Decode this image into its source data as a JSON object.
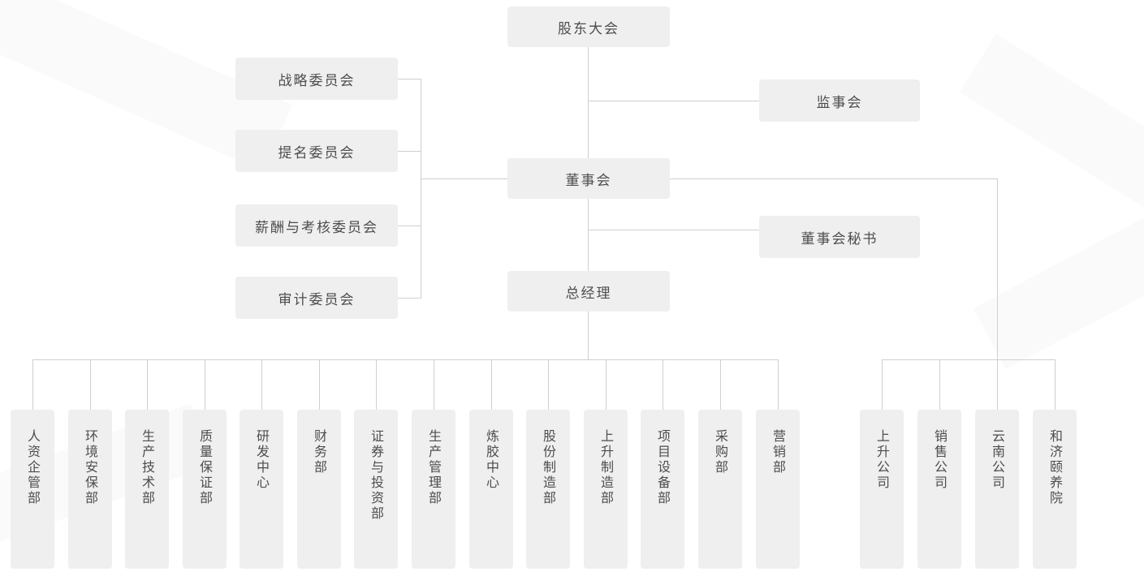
{
  "org_chart": {
    "nodes": {
      "shareholders_meeting": "股东大会",
      "supervisory_board": "监事会",
      "board_of_directors": "董事会",
      "board_secretary": "董事会秘书",
      "general_manager": "总经理"
    },
    "committees": [
      "战略委员会",
      "提名委员会",
      "薪酬与考核委员会",
      "审计委员会"
    ],
    "departments": [
      "人资企管部",
      "环境安保部",
      "生产技术部",
      "质量保证部",
      "研发中心",
      "财务部",
      "证券与投资部",
      "生产管理部",
      "炼胶中心",
      "股份制造部",
      "上升制造部",
      "项目设备部",
      "采购部",
      "营销部"
    ],
    "subsidiaries": [
      "上升公司",
      "销售公司",
      "云南公司",
      "和济颐养院"
    ],
    "colors": {
      "node_bg": "#efefef",
      "node_text": "#4d4d4d",
      "connector": "#cfcfcf",
      "background": "#ffffff"
    }
  }
}
